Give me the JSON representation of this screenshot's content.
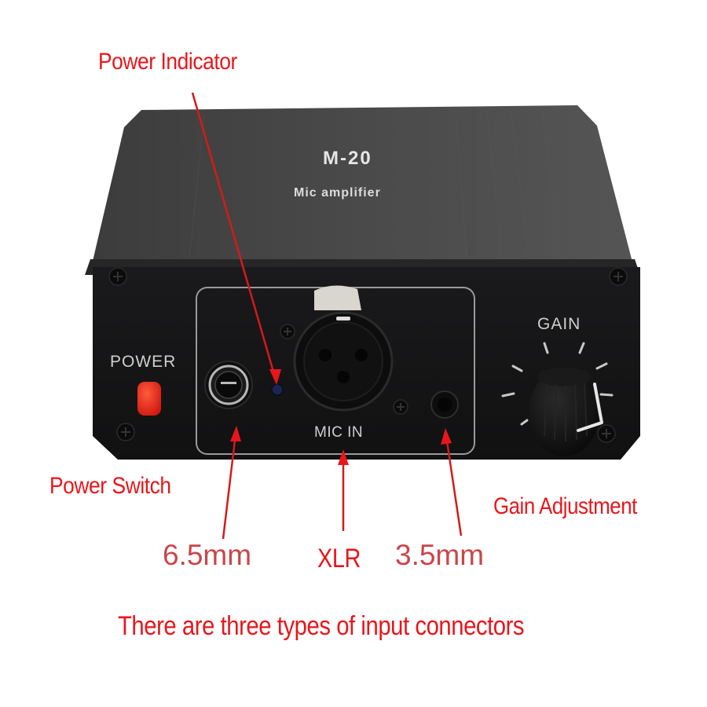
{
  "device": {
    "model": "M-20",
    "subtitle": "Mic amplifier",
    "panel_labels": {
      "power": "POWER",
      "mic_in": "MIC IN",
      "gain": "GAIN"
    },
    "colors": {
      "top_surface": "#4a4a4a",
      "front_panel": "#141414",
      "power_button": "#e8281e",
      "led": "#1c2450",
      "annotation_red": "#e8161b"
    }
  },
  "annotations": {
    "power_indicator": "Power Indicator",
    "power_switch": "Power Switch",
    "gain_adjustment": "Gain Adjustment",
    "jack_6_5": "6.5mm",
    "xlr": "XLR",
    "jack_3_5": "3.5mm"
  },
  "caption": "There are three types of input connectors"
}
